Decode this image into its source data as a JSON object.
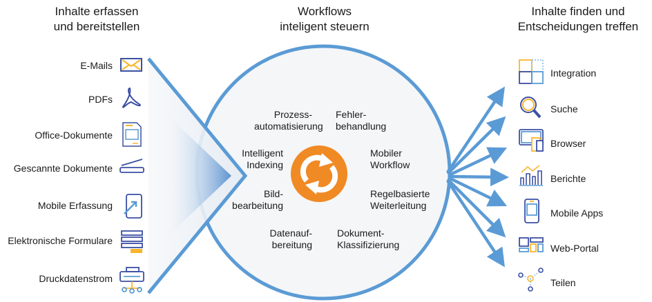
{
  "headings": {
    "left": [
      "Inhalte erfassen",
      "und bereitstellen"
    ],
    "center": [
      "Workflows",
      "inteligent steuern"
    ],
    "right": [
      "Inhalte finden und",
      "Entscheidungen treffen"
    ]
  },
  "inputs": [
    {
      "label": "E-Mails",
      "icon": "envelope-icon"
    },
    {
      "label": "PDFs",
      "icon": "pdf-icon"
    },
    {
      "label": "Office-Dokumente",
      "icon": "document-icon"
    },
    {
      "label": "Gescannte Dokumente",
      "icon": "scanner-icon"
    },
    {
      "label": "Mobile Erfassung",
      "icon": "mobile-capture-icon"
    },
    {
      "label": "Elektronische Formulare",
      "icon": "form-icon"
    },
    {
      "label": "Druckdatenstrom",
      "icon": "printer-icon"
    }
  ],
  "workflows": {
    "prozess": [
      "Prozess-",
      "automatisierung"
    ],
    "fehler": [
      "Fehler-",
      "behandlung"
    ],
    "indexing": [
      "Intelligent",
      "Indexing"
    ],
    "mobile": [
      "Mobiler",
      "Workflow"
    ],
    "bild": [
      "Bild-",
      "bearbeitung"
    ],
    "regel": [
      "Regelbasierte",
      "Weiterleitung"
    ],
    "daten": [
      "Datenauf-",
      "bereitung"
    ],
    "dokument": [
      "Dokument-",
      "Klassifizierung"
    ]
  },
  "outputs": [
    {
      "label": "Integration",
      "icon": "puzzle-icon"
    },
    {
      "label": "Suche",
      "icon": "magnifier-icon"
    },
    {
      "label": "Browser",
      "icon": "devices-icon"
    },
    {
      "label": "Berichte",
      "icon": "bar-chart-icon"
    },
    {
      "label": "Mobile Apps",
      "icon": "smartphone-icon"
    },
    {
      "label": "Web-Portal",
      "icon": "web-portal-icon"
    },
    {
      "label": "Teilen",
      "icon": "share-icon"
    }
  ],
  "colors": {
    "blue": "#5b9bd5",
    "navy": "#3b4fa3",
    "orange": "#f08a24",
    "yellow": "#f9b52b"
  }
}
